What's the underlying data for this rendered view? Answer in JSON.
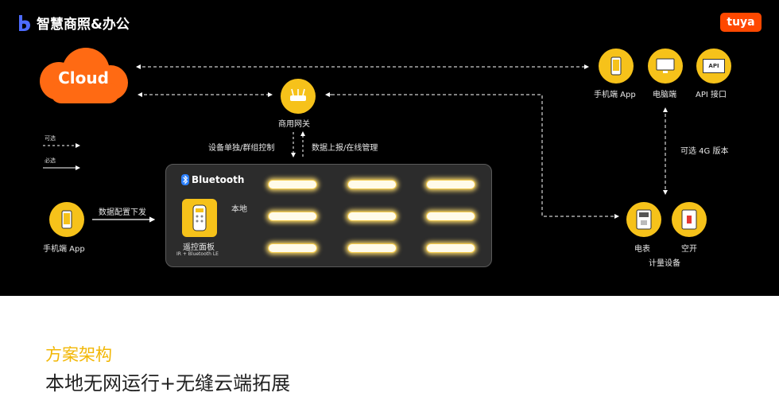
{
  "brand": {
    "name": "智慧商照&办公",
    "logo": "tuya"
  },
  "cloud": {
    "label": "Cloud",
    "color": "#ff6a13"
  },
  "nodes": {
    "gateway": "商用网关",
    "phone_top": "手机端 App",
    "pc": "电脑端",
    "api": "API 接口",
    "api_icon_text": "API",
    "phone_left": "手机端 App",
    "remote": "遥控面板",
    "remote_sub": "IR + Bluetooth LE",
    "meter": "电表",
    "switch": "空开",
    "metering_group": "计量设备"
  },
  "labels": {
    "device_control": "设备单独/群组控制",
    "data_report": "数据上报/在线管理",
    "optional_4g": "可选 4G 版本",
    "data_config": "数据配置下发",
    "local": "本地",
    "bluetooth": "Bluetooth"
  },
  "legend": {
    "optional": "可选",
    "required": "必选"
  },
  "caption": {
    "title": "方案架构",
    "subtitle": "本地无网运行+无缝云端拓展"
  },
  "colors": {
    "accent": "#f6c21a",
    "cloud": "#ff6a13",
    "tuya": "#ff4800",
    "caption_title": "#f2b705"
  }
}
